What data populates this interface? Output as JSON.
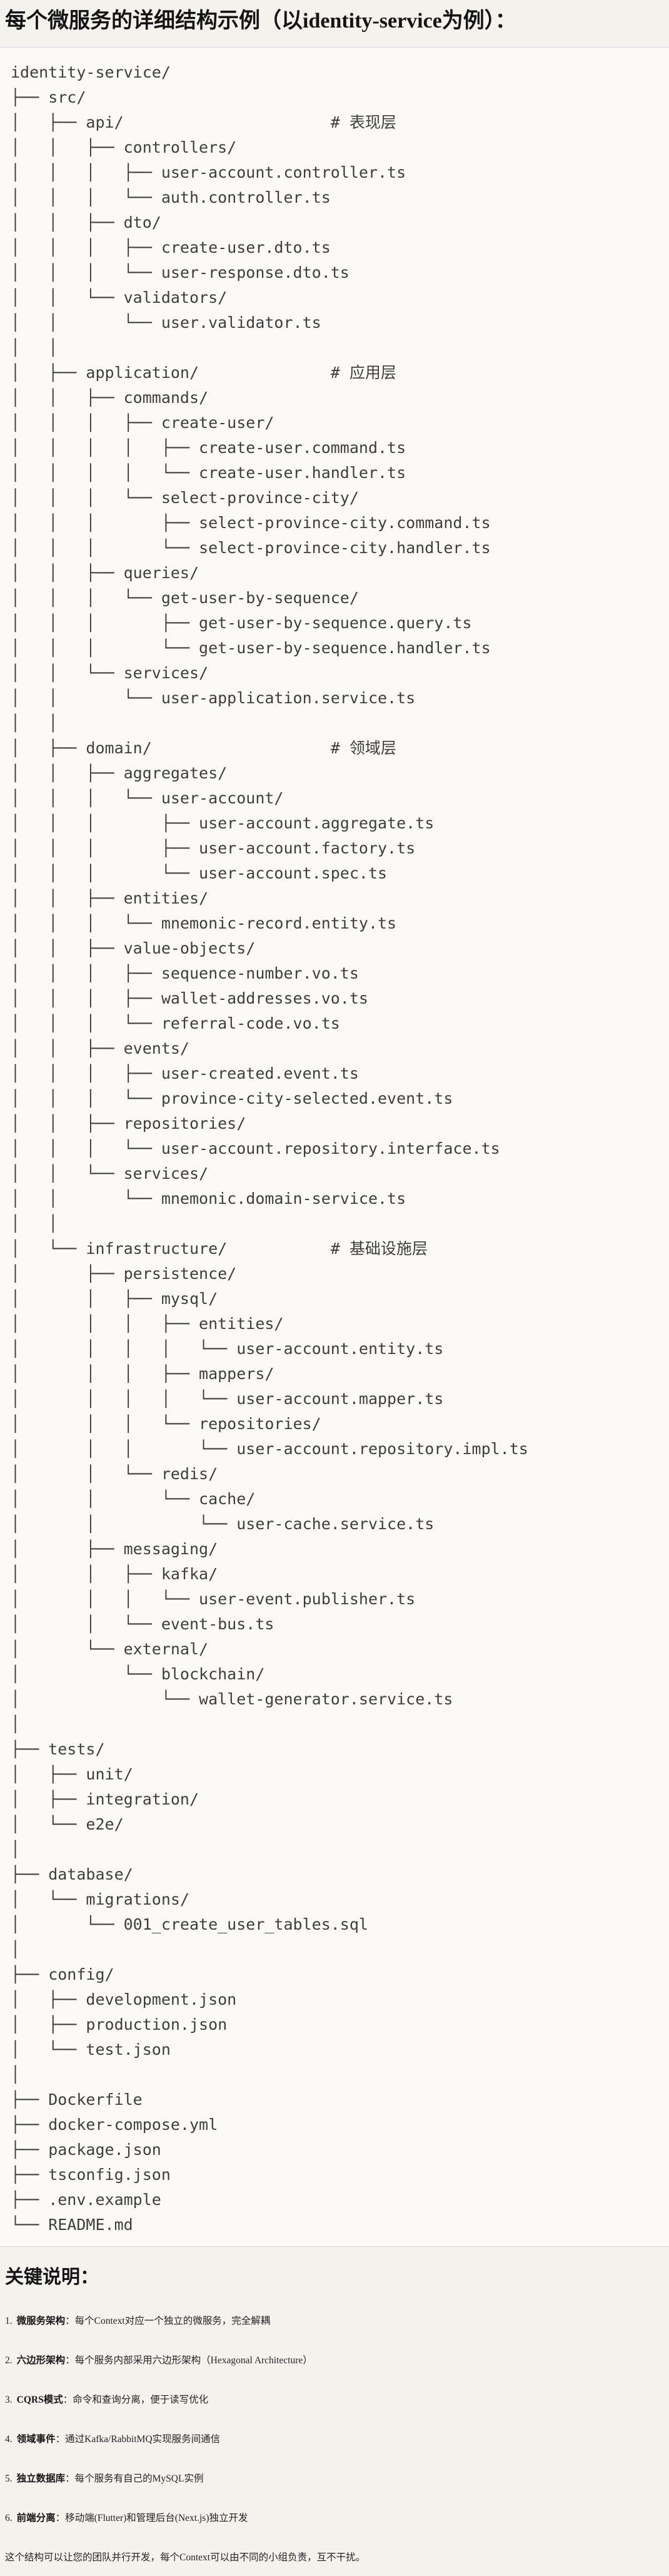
{
  "title": "每个微服务的详细结构示例（以identity-service为例）：",
  "colors": {
    "page_bg": "#f3f2ed",
    "code_bg": "#fbfaf8",
    "code_border": "#d9d8d3",
    "code_text": "#3e3e3e",
    "heading_text": "#141414",
    "body_text": "#242424"
  },
  "tree": {
    "lines": [
      "identity-service/",
      "├── src/",
      "│   ├── api/                      # 表现层",
      "│   │   ├── controllers/",
      "│   │   │   ├── user-account.controller.ts",
      "│   │   │   └── auth.controller.ts",
      "│   │   ├── dto/",
      "│   │   │   ├── create-user.dto.ts",
      "│   │   │   └── user-response.dto.ts",
      "│   │   └── validators/",
      "│   │       └── user.validator.ts",
      "│   │",
      "│   ├── application/              # 应用层",
      "│   │   ├── commands/",
      "│   │   │   ├── create-user/",
      "│   │   │   │   ├── create-user.command.ts",
      "│   │   │   │   └── create-user.handler.ts",
      "│   │   │   └── select-province-city/",
      "│   │   │       ├── select-province-city.command.ts",
      "│   │   │       └── select-province-city.handler.ts",
      "│   │   ├── queries/",
      "│   │   │   └── get-user-by-sequence/",
      "│   │   │       ├── get-user-by-sequence.query.ts",
      "│   │   │       └── get-user-by-sequence.handler.ts",
      "│   │   └── services/",
      "│   │       └── user-application.service.ts",
      "│   │",
      "│   ├── domain/                   # 领域层",
      "│   │   ├── aggregates/",
      "│   │   │   └── user-account/",
      "│   │   │       ├── user-account.aggregate.ts",
      "│   │   │       ├── user-account.factory.ts",
      "│   │   │       └── user-account.spec.ts",
      "│   │   ├── entities/",
      "│   │   │   └── mnemonic-record.entity.ts",
      "│   │   ├── value-objects/",
      "│   │   │   ├── sequence-number.vo.ts",
      "│   │   │   ├── wallet-addresses.vo.ts",
      "│   │   │   └── referral-code.vo.ts",
      "│   │   ├── events/",
      "│   │   │   ├── user-created.event.ts",
      "│   │   │   └── province-city-selected.event.ts",
      "│   │   ├── repositories/",
      "│   │   │   └── user-account.repository.interface.ts",
      "│   │   └── services/",
      "│   │       └── mnemonic.domain-service.ts",
      "│   │",
      "│   └── infrastructure/           # 基础设施层",
      "│       ├── persistence/",
      "│       │   ├── mysql/",
      "│       │   │   ├── entities/",
      "│       │   │   │   └── user-account.entity.ts",
      "│       │   │   ├── mappers/",
      "│       │   │   │   └── user-account.mapper.ts",
      "│       │   │   └── repositories/",
      "│       │   │       └── user-account.repository.impl.ts",
      "│       │   └── redis/",
      "│       │       └── cache/",
      "│       │           └── user-cache.service.ts",
      "│       ├── messaging/",
      "│       │   ├── kafka/",
      "│       │   │   └── user-event.publisher.ts",
      "│       │   └── event-bus.ts",
      "│       └── external/",
      "│           └── blockchain/",
      "│               └── wallet-generator.service.ts",
      "│",
      "├── tests/",
      "│   ├── unit/",
      "│   ├── integration/",
      "│   └── e2e/",
      "│",
      "├── database/",
      "│   └── migrations/",
      "│       └── 001_create_user_tables.sql",
      "│",
      "├── config/",
      "│   ├── development.json",
      "│   ├── production.json",
      "│   └── test.json",
      "│",
      "├── Dockerfile",
      "├── docker-compose.yml",
      "├── package.json",
      "├── tsconfig.json",
      "├── .env.example",
      "└── README.md"
    ]
  },
  "notes": {
    "heading": "关键说明：",
    "items": [
      {
        "num": "1.",
        "label": "微服务架构",
        "sep": "：",
        "text": "每个Context对应一个独立的微服务，完全解耦"
      },
      {
        "num": "2.",
        "label": "六边形架构",
        "sep": "：",
        "text": "每个服务内部采用六边形架构（Hexagonal Architecture）"
      },
      {
        "num": "3.",
        "label": "CQRS模式",
        "sep": "：",
        "text": "命令和查询分离，便于读写优化"
      },
      {
        "num": "4.",
        "label": "领域事件",
        "sep": "：",
        "text": "通过Kafka/RabbitMQ实现服务间通信"
      },
      {
        "num": "5.",
        "label": "独立数据库",
        "sep": "：",
        "text": "每个服务有自己的MySQL实例"
      },
      {
        "num": "6.",
        "label": "前端分离",
        "sep": "：",
        "text": "移动端(Flutter)和管理后台(Next.js)独立开发"
      }
    ],
    "footer": "这个结构可以让您的团队并行开发，每个Context可以由不同的小组负责，互不干扰。"
  }
}
